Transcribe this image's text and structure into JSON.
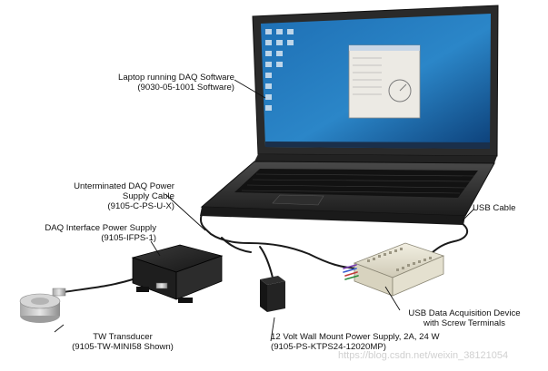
{
  "callouts": {
    "laptop": {
      "line1": "Laptop running DAQ Software",
      "line2": "(9030-05-1001 Software)"
    },
    "cable": {
      "line1": "Unterminated DAQ Power",
      "line2": "Supply Cable",
      "line3": "(9105-C-PS-U-X)"
    },
    "power_supply": {
      "line1": "DAQ Interface Power Supply",
      "line2": "(9105-IFPS-1)"
    },
    "usb_cable": {
      "line1": "USB Cable"
    },
    "daq_device": {
      "line1": "USB Data Acquisition Device",
      "line2": "with Screw Terminals"
    },
    "wall_mount": {
      "line1": "12 Volt Wall Mount Power Supply, 2A, 24 W",
      "line2": "(9105-PS-KTPS24-12020MP)"
    },
    "transducer": {
      "line1": "TW Transducer",
      "line2": "(9105-TW-MINI58 Shown)"
    }
  },
  "watermark": "https://blog.csdn.net/weixin_38121054"
}
